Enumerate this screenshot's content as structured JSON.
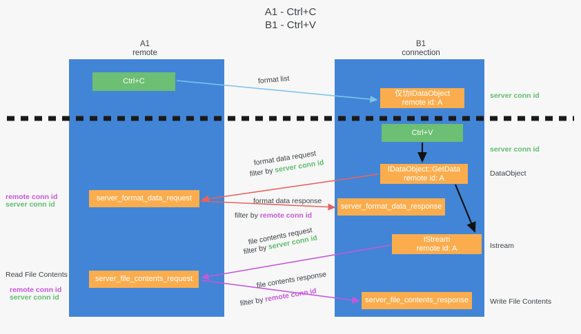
{
  "title": {
    "line1": "A1 - Ctrl+C",
    "line2": "B1 - Ctrl+V"
  },
  "columns": {
    "left": {
      "name": "A1",
      "role": "remote"
    },
    "right": {
      "name": "B1",
      "role": "connection"
    }
  },
  "nodes": {
    "ctrl_c": {
      "line1": "Ctrl+C",
      "line2": ""
    },
    "idataobject": {
      "line1": "仅㔹IDataObject",
      "line2": "remote id: A"
    },
    "ctrl_v": {
      "line1": "Ctrl+V",
      "line2": ""
    },
    "getdata": {
      "line1": "IDataObject::GetData",
      "line2": "remote id: A"
    },
    "format_data_request": {
      "line1": "server_format_data_request",
      "line2": ""
    },
    "format_data_response": {
      "line1": "server_format_data_response",
      "line2": ""
    },
    "istream": {
      "line1": "IStream",
      "line2": "remote id: A"
    },
    "file_contents_request": {
      "line1": "server_file_contents_request",
      "line2": ""
    },
    "file_contents_response": {
      "line1": "server_file_contents_response",
      "line2": ""
    }
  },
  "annotations": {
    "format_list": "format list",
    "format_data_request_label": "format data request",
    "format_data_request_filter_prefix": "filter by ",
    "format_data_request_filter_value": "server conn id",
    "format_data_response_label": "format data response",
    "format_data_response_filter_prefix": "filter by ",
    "format_data_response_filter_value": "remote conn id",
    "file_contents_request_label": "file contents request",
    "file_contents_request_filter_prefix": "filter by ",
    "file_contents_request_filter_value": "server conn id",
    "file_contents_response_label": "file contents response",
    "file_contents_response_filter_prefix": "filter by ",
    "file_contents_response_filter_value": "remote conn id"
  },
  "side_labels": {
    "right_server_conn_id_top": "server conn id",
    "right_server_conn_id_mid": "server conn id",
    "right_dataobject": "DataObject",
    "right_istream": "Istream",
    "right_write_file_contents": "Write File Contents",
    "left_remote_conn_id_top": "remote conn id",
    "left_server_conn_id_top": "server conn id",
    "left_read_file_contents": "Read File Contents",
    "left_remote_conn_id_bottom": "remote conn id",
    "left_server_conn_id_bottom": "server conn id"
  },
  "colors": {
    "lane": "#4285d6",
    "green_box": "#6cbf73",
    "orange_box": "#fbad4e",
    "server_conn_id": "#5fbd6c",
    "remote_conn_id": "#c558d8",
    "arrow_format_list": "#7fc4ea",
    "arrow_format_data": "#e8635f",
    "arrow_file_contents": "#c558d8",
    "arrow_internal": "#000000",
    "divider": "#1a1a1a",
    "background": "#f7f7f7"
  }
}
